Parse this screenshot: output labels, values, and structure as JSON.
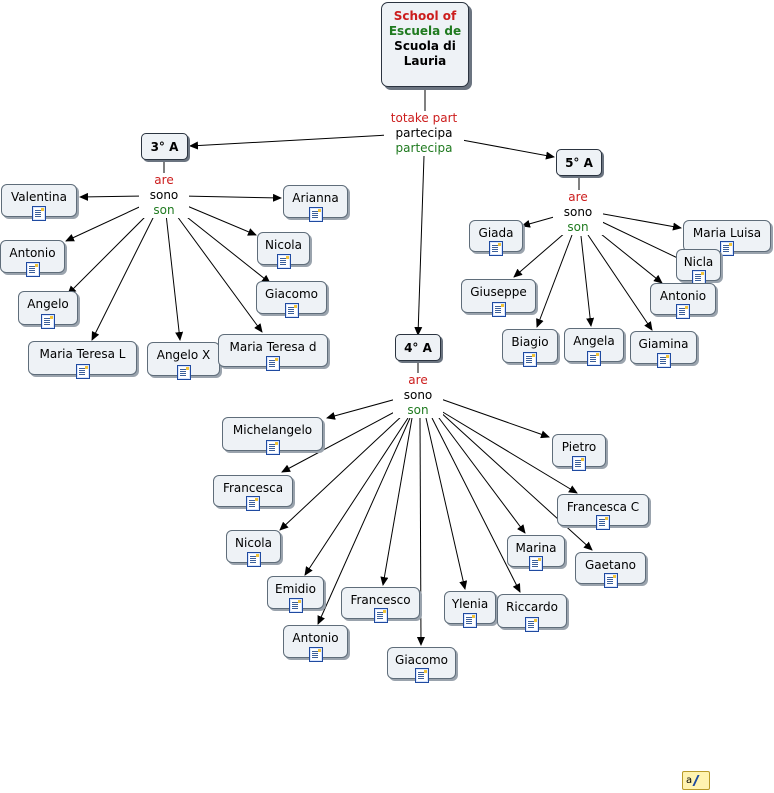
{
  "root": {
    "lines": [
      "School of",
      "Escuela de",
      "Scuola di",
      "Lauria"
    ]
  },
  "root_link": {
    "lines": [
      "totake part",
      "partecipa",
      "partecipa"
    ]
  },
  "class_links": {
    "3a": [
      "are",
      "sono",
      "son"
    ],
    "4a": [
      "are",
      "sono",
      "son"
    ],
    "5a": [
      "are",
      "sono",
      "son"
    ]
  },
  "classes": {
    "3a": "3° A",
    "4a": "4° A",
    "5a": "5° A"
  },
  "students_3a": [
    "Valentina",
    "Arianna",
    "Antonio",
    "Nicola",
    "Angelo",
    "Giacomo",
    "Maria Teresa L",
    "Angelo X",
    "Maria Teresa d"
  ],
  "students_5a": [
    "Giada",
    "Maria Luisa",
    "Nicla",
    "Giuseppe",
    "Antonio",
    "Biagio",
    "Angela",
    "Giamina"
  ],
  "students_4a": [
    "Michelangelo",
    "Pietro",
    "Francesca",
    "Francesca C",
    "Nicola",
    "Marina",
    "Gaetano",
    "Emidio",
    "Francesco",
    "Ylenia",
    "Riccardo",
    "Antonio",
    "Giacomo"
  ],
  "legend_icon": {
    "name": "concept-map-legend-icon",
    "text": "a"
  },
  "colors": {
    "red": "#cc1d1d",
    "green": "#1f7a1f",
    "node_fill": "#eef2f6",
    "node_border": "#5f6d7a"
  }
}
